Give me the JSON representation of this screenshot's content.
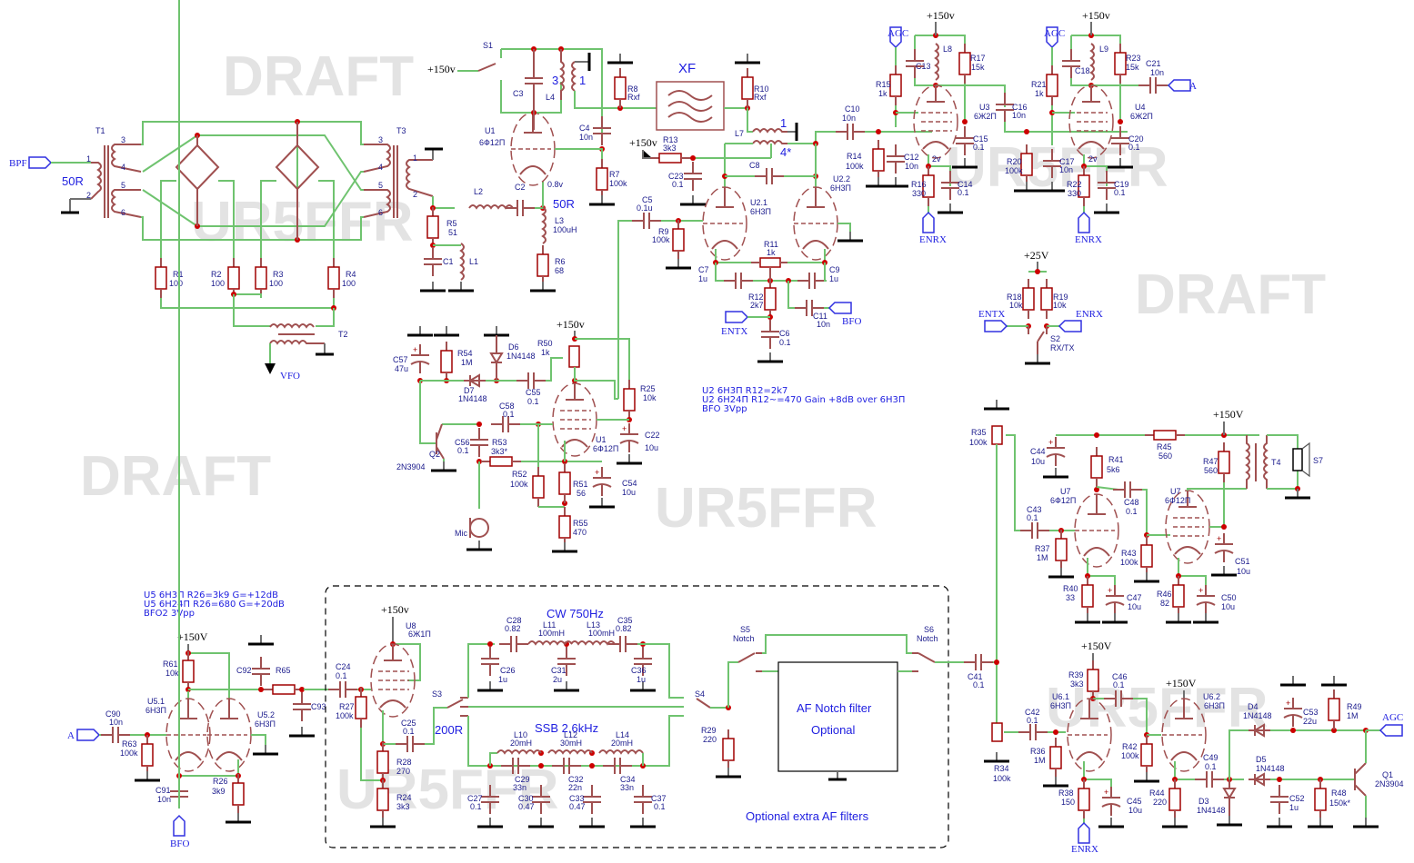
{
  "watermarks": {
    "draft": "DRAFT",
    "author": "UR5FFR"
  },
  "nets": {
    "bpf": "BPF",
    "vfo": "VFO",
    "agc": "AGC",
    "enrx": "ENRX",
    "entx": "ENTX",
    "bfo": "BFO",
    "a": "A",
    "p150v": "+150v",
    "p150V": "+150V",
    "p25V": "+25V"
  },
  "section_labels": {
    "xf": "XF",
    "imp50r_a": "50R",
    "imp50r_b": "50R",
    "imp200r": "200R",
    "cw_filter": "CW 750Hz",
    "ssb_filter": "SSB 2.6kHz",
    "notch_box_line1": "AF Notch filter",
    "notch_box_line2": "Optional",
    "optional_filters": "Optional extra AF filters",
    "turns_3": "3",
    "turns_1a": "1",
    "turns_1b": "1",
    "turns_4": "4*",
    "v08": "0.8v",
    "v2a": "2v",
    "v2b": "2v"
  },
  "notes": {
    "u2": [
      "U2 6Н3П R12=2k7",
      "U2 6Н24П R12~=470 Gain +8dB over 6Н3П",
      "BFO 3Vpp"
    ],
    "u5": [
      "U5 6Н3П R26=3k9 G=+12dB",
      "U5 6Н24П R26=680 G=+20dB",
      "BFO2 3Vpp"
    ]
  },
  "components": {
    "T1": {
      "ref": "T1"
    },
    "T2": {
      "ref": "T2"
    },
    "T3": {
      "ref": "T3"
    },
    "T4": {
      "ref": "T4"
    },
    "S7": {
      "ref": "S7"
    },
    "R1": {
      "ref": "R1",
      "val": "100"
    },
    "R2": {
      "ref": "R2",
      "val": "100"
    },
    "R3": {
      "ref": "R3",
      "val": "100"
    },
    "R4": {
      "ref": "R4",
      "val": "100"
    },
    "R5": {
      "ref": "R5",
      "val": "51"
    },
    "C1": {
      "ref": "C1"
    },
    "L1": {
      "ref": "L1"
    },
    "L2": {
      "ref": "L2"
    },
    "C2": {
      "ref": "C2"
    },
    "L3": {
      "ref": "L3",
      "val": "100uH"
    },
    "R6": {
      "ref": "R6",
      "val": "68"
    },
    "S1": {
      "ref": "S1"
    },
    "C3": {
      "ref": "C3"
    },
    "L4": {
      "ref": "L4"
    },
    "U1": {
      "ref": "U1",
      "val": "6Ф12П"
    },
    "C4": {
      "ref": "C4",
      "val": "10n"
    },
    "R7": {
      "ref": "R7",
      "val": "100k"
    },
    "R8": {
      "ref": "R8",
      "val": "Rxf"
    },
    "R10": {
      "ref": "R10",
      "val": "Rxf"
    },
    "L7": {
      "ref": "L7"
    },
    "R13": {
      "ref": "R13",
      "val": "3k3"
    },
    "C23": {
      "ref": "C23",
      "val": "0.1"
    },
    "C8": {
      "ref": "C8"
    },
    "C5": {
      "ref": "C5",
      "val": "0.1u"
    },
    "R9": {
      "ref": "R9",
      "val": "100k"
    },
    "U21": {
      "ref": "U2.1",
      "val": "6Н3П"
    },
    "U22": {
      "ref": "U2.2",
      "val": "6Н3П"
    },
    "R11": {
      "ref": "R11",
      "val": "1k"
    },
    "C7": {
      "ref": "C7",
      "val": "1u"
    },
    "C9": {
      "ref": "C9",
      "val": "1u"
    },
    "R12": {
      "ref": "R12",
      "val": "2k7"
    },
    "C6": {
      "ref": "C6",
      "val": "0.1"
    },
    "C11": {
      "ref": "C11",
      "val": "10n"
    },
    "C10": {
      "ref": "C10",
      "val": "10n"
    },
    "R14": {
      "ref": "R14",
      "val": "100k"
    },
    "R15": {
      "ref": "R15",
      "val": "1k"
    },
    "C12": {
      "ref": "C12",
      "val": "10n"
    },
    "C13": {
      "ref": "C13"
    },
    "L8": {
      "ref": "L8"
    },
    "R17": {
      "ref": "R17",
      "val": "15k"
    },
    "U3": {
      "ref": "U3",
      "val": "6Ж2П"
    },
    "C15": {
      "ref": "C15",
      "val": "0.1"
    },
    "R16": {
      "ref": "R16",
      "val": "330"
    },
    "C14": {
      "ref": "C14",
      "val": "0.1"
    },
    "C16": {
      "ref": "C16",
      "val": "10n"
    },
    "R20": {
      "ref": "R20",
      "val": "100k"
    },
    "R21": {
      "ref": "R21",
      "val": "1k"
    },
    "C17": {
      "ref": "C17",
      "val": "10n"
    },
    "C18": {
      "ref": "C18"
    },
    "L9": {
      "ref": "L9"
    },
    "R23": {
      "ref": "R23",
      "val": "15k"
    },
    "U4": {
      "ref": "U4",
      "val": "6Ж2П"
    },
    "C20": {
      "ref": "C20",
      "val": "0.1"
    },
    "R22": {
      "ref": "R22",
      "val": "330"
    },
    "C19": {
      "ref": "C19",
      "val": "0.1"
    },
    "C21": {
      "ref": "C21",
      "val": "10n"
    },
    "R18": {
      "ref": "R18",
      "val": "10k"
    },
    "R19": {
      "ref": "R19",
      "val": "10k"
    },
    "S2": {
      "ref": "S2",
      "val": "RX/TX"
    },
    "C57": {
      "ref": "C57",
      "val": "47u"
    },
    "R54": {
      "ref": "R54",
      "val": "1M"
    },
    "D6": {
      "ref": "D6",
      "val": "1N4148"
    },
    "D7": {
      "ref": "D7",
      "val": "1N4148"
    },
    "R50": {
      "ref": "R50",
      "val": "1k"
    },
    "C55": {
      "ref": "C55",
      "val": "0.1"
    },
    "R25": {
      "ref": "R25",
      "val": "10k"
    },
    "C58": {
      "ref": "C58",
      "val": "0.1"
    },
    "U1b": {
      "ref": "U1",
      "val": "6Ф12П"
    },
    "C22": {
      "ref": "C22",
      "val": "10u"
    },
    "Q2": {
      "ref": "Q2",
      "val": "2N3904"
    },
    "C56": {
      "ref": "C56",
      "val": "0.1"
    },
    "R53": {
      "ref": "R53",
      "val": "3k3*"
    },
    "R52": {
      "ref": "R52",
      "val": "100k"
    },
    "R51": {
      "ref": "R51",
      "val": "56"
    },
    "C54": {
      "ref": "C54",
      "val": "10u"
    },
    "R55": {
      "ref": "R55",
      "val": "470"
    },
    "MIC": {
      "ref": "Mic"
    },
    "R35": {
      "ref": "R35",
      "val": "100k"
    },
    "C44": {
      "ref": "C44",
      "val": "10u"
    },
    "R41": {
      "ref": "R41",
      "val": "5k6"
    },
    "R45": {
      "ref": "R45",
      "val": "560"
    },
    "R47": {
      "ref": "R47",
      "val": "560"
    },
    "U7a": {
      "ref": "U7",
      "val": "6Ф12П"
    },
    "U7b": {
      "ref": "U7",
      "val": "6Ф12П"
    },
    "C48": {
      "ref": "C48",
      "val": "0.1"
    },
    "C43": {
      "ref": "C43",
      "val": "0.1"
    },
    "R37": {
      "ref": "R37",
      "val": "1M"
    },
    "R43": {
      "ref": "R43",
      "val": "100k"
    },
    "C51": {
      "ref": "C51",
      "val": "10u"
    },
    "R40": {
      "ref": "R40",
      "val": "33"
    },
    "C47": {
      "ref": "C47",
      "val": "10u"
    },
    "R46": {
      "ref": "R46",
      "val": "82"
    },
    "C50": {
      "ref": "C50",
      "val": "10u"
    },
    "R61": {
      "ref": "R61",
      "val": "10k"
    },
    "C92": {
      "ref": "C92"
    },
    "R65": {
      "ref": "R65"
    },
    "C93": {
      "ref": "C93"
    },
    "U51": {
      "ref": "U5.1",
      "val": "6Н3П"
    },
    "U52": {
      "ref": "U5.2",
      "val": "6Н3П"
    },
    "C90": {
      "ref": "C90",
      "val": "10n"
    },
    "R63": {
      "ref": "R63",
      "val": "100k"
    },
    "C91": {
      "ref": "C91",
      "val": "10n"
    },
    "R26": {
      "ref": "R26",
      "val": "3k9"
    },
    "U8": {
      "ref": "U8",
      "val": "6Ж1П"
    },
    "C24": {
      "ref": "C24",
      "val": "0.1"
    },
    "R27": {
      "ref": "R27",
      "val": "100k"
    },
    "C25": {
      "ref": "C25",
      "val": "0.1"
    },
    "R28": {
      "ref": "R28",
      "val": "270"
    },
    "R24": {
      "ref": "R24",
      "val": "3k3"
    },
    "S3": {
      "ref": "S3"
    },
    "S4": {
      "ref": "S4"
    },
    "S5": {
      "ref": "S5",
      "val": "Notch"
    },
    "S6": {
      "ref": "S6",
      "val": "Notch"
    },
    "C28": {
      "ref": "C28",
      "val": "0.82"
    },
    "L11": {
      "ref": "L11",
      "val": "100mH"
    },
    "L13": {
      "ref": "L13",
      "val": "100mH"
    },
    "C35": {
      "ref": "C35",
      "val": "0.82"
    },
    "C26": {
      "ref": "C26",
      "val": "1u"
    },
    "C31": {
      "ref": "C31",
      "val": "2u"
    },
    "C36": {
      "ref": "C36",
      "val": "1u"
    },
    "L10": {
      "ref": "L10",
      "val": "20mH"
    },
    "L12": {
      "ref": "L12",
      "val": "30mH"
    },
    "L14": {
      "ref": "L14",
      "val": "20mH"
    },
    "C29": {
      "ref": "C29",
      "val": "33n"
    },
    "C32": {
      "ref": "C32",
      "val": "22n"
    },
    "C34": {
      "ref": "C34",
      "val": "33n"
    },
    "C27": {
      "ref": "C27",
      "val": "0.1"
    },
    "C30": {
      "ref": "C30",
      "val": "0.47"
    },
    "C33": {
      "ref": "C33",
      "val": "0.47"
    },
    "C37": {
      "ref": "C37",
      "val": "0.1"
    },
    "R29": {
      "ref": "R29",
      "val": "220"
    },
    "C41": {
      "ref": "C41",
      "val": "0.1"
    },
    "R34": {
      "ref": "R34",
      "val": "100k"
    },
    "C42": {
      "ref": "C42",
      "val": "0.1"
    },
    "R36": {
      "ref": "R36",
      "val": "1M"
    },
    "R39": {
      "ref": "R39",
      "val": "3k3"
    },
    "C46": {
      "ref": "C46",
      "val": "0.1"
    },
    "U61": {
      "ref": "U6.1",
      "val": "6Н3П"
    },
    "U62": {
      "ref": "U6.2",
      "val": "6Н3П"
    },
    "R42": {
      "ref": "R42",
      "val": "100k"
    },
    "R38": {
      "ref": "R38",
      "val": "150"
    },
    "C45": {
      "ref": "C45",
      "val": "10u"
    },
    "R44": {
      "ref": "R44",
      "val": "220"
    },
    "C49": {
      "ref": "C49",
      "val": "0.1"
    },
    "D3": {
      "ref": "D3",
      "val": "1N4148"
    },
    "D4": {
      "ref": "D4",
      "val": "1N4148"
    },
    "D5": {
      "ref": "D5",
      "val": "1N4148"
    },
    "C53": {
      "ref": "C53",
      "val": "22u"
    },
    "R49": {
      "ref": "R49",
      "val": "1M"
    },
    "C52": {
      "ref": "C52",
      "val": "1u"
    },
    "R48": {
      "ref": "R48",
      "val": "150k*"
    },
    "Q1": {
      "ref": "Q1",
      "val": "2N3904"
    }
  }
}
